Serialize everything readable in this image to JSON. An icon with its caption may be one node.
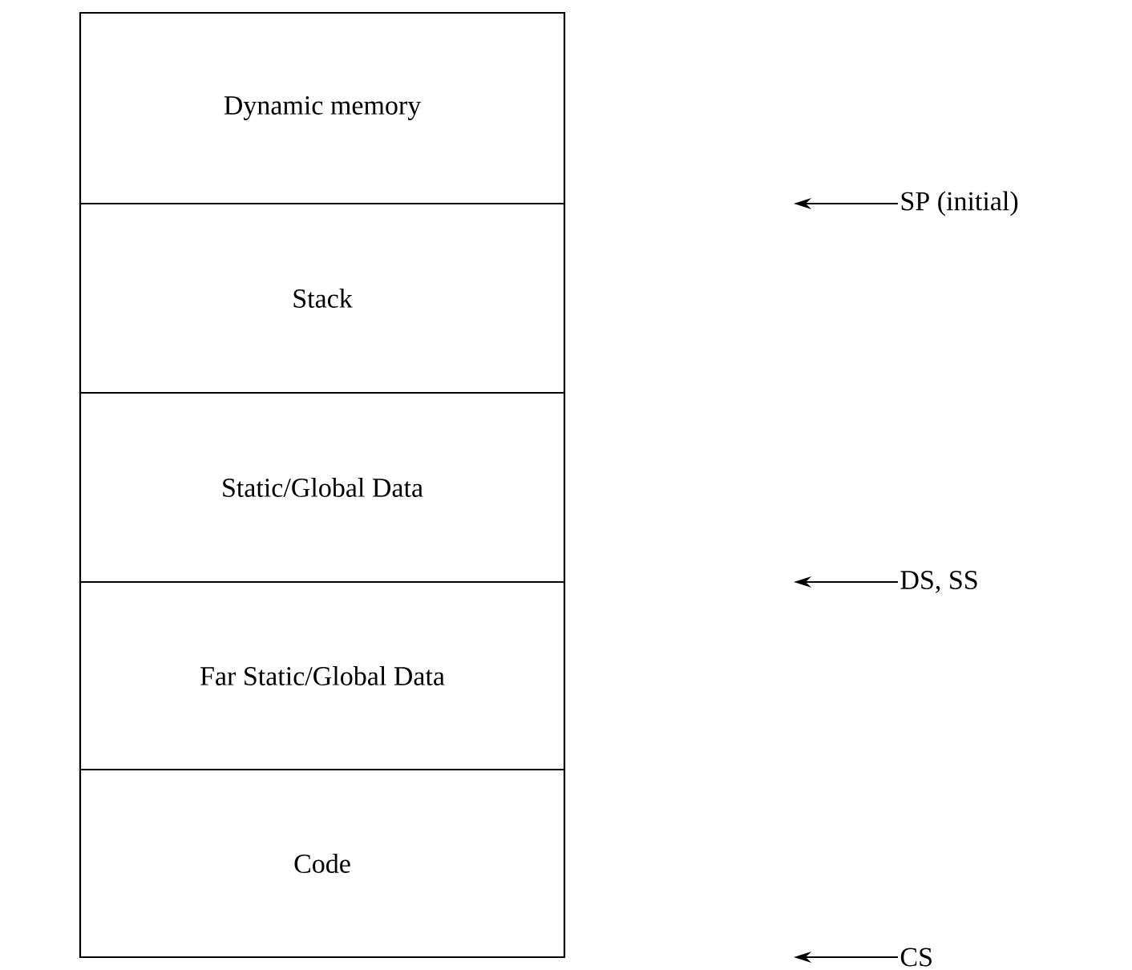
{
  "diagram": {
    "nodes": [
      {
        "text": [
          "Dynamic memory"
        ]
      },
      {
        "text": [
          "Stack"
        ]
      },
      {
        "text": [
          "Static/Global Data"
        ]
      },
      {
        "text": [
          "Far Static/Global Data"
        ]
      },
      {
        "text": [
          "Code"
        ]
      },
      {
        "text": [
          "SP (initial)"
        ]
      },
      {
        "text": [
          "DS, SS"
        ]
      },
      {
        "text": [
          "CS"
        ]
      }
    ],
    "edges": [
      {
        "from": 5,
        "to": null,
        "arrow": "to"
      },
      {
        "from": 6,
        "to": null,
        "arrow": "to"
      },
      {
        "from": 7,
        "to": null,
        "arrow": "to"
      }
    ]
  }
}
